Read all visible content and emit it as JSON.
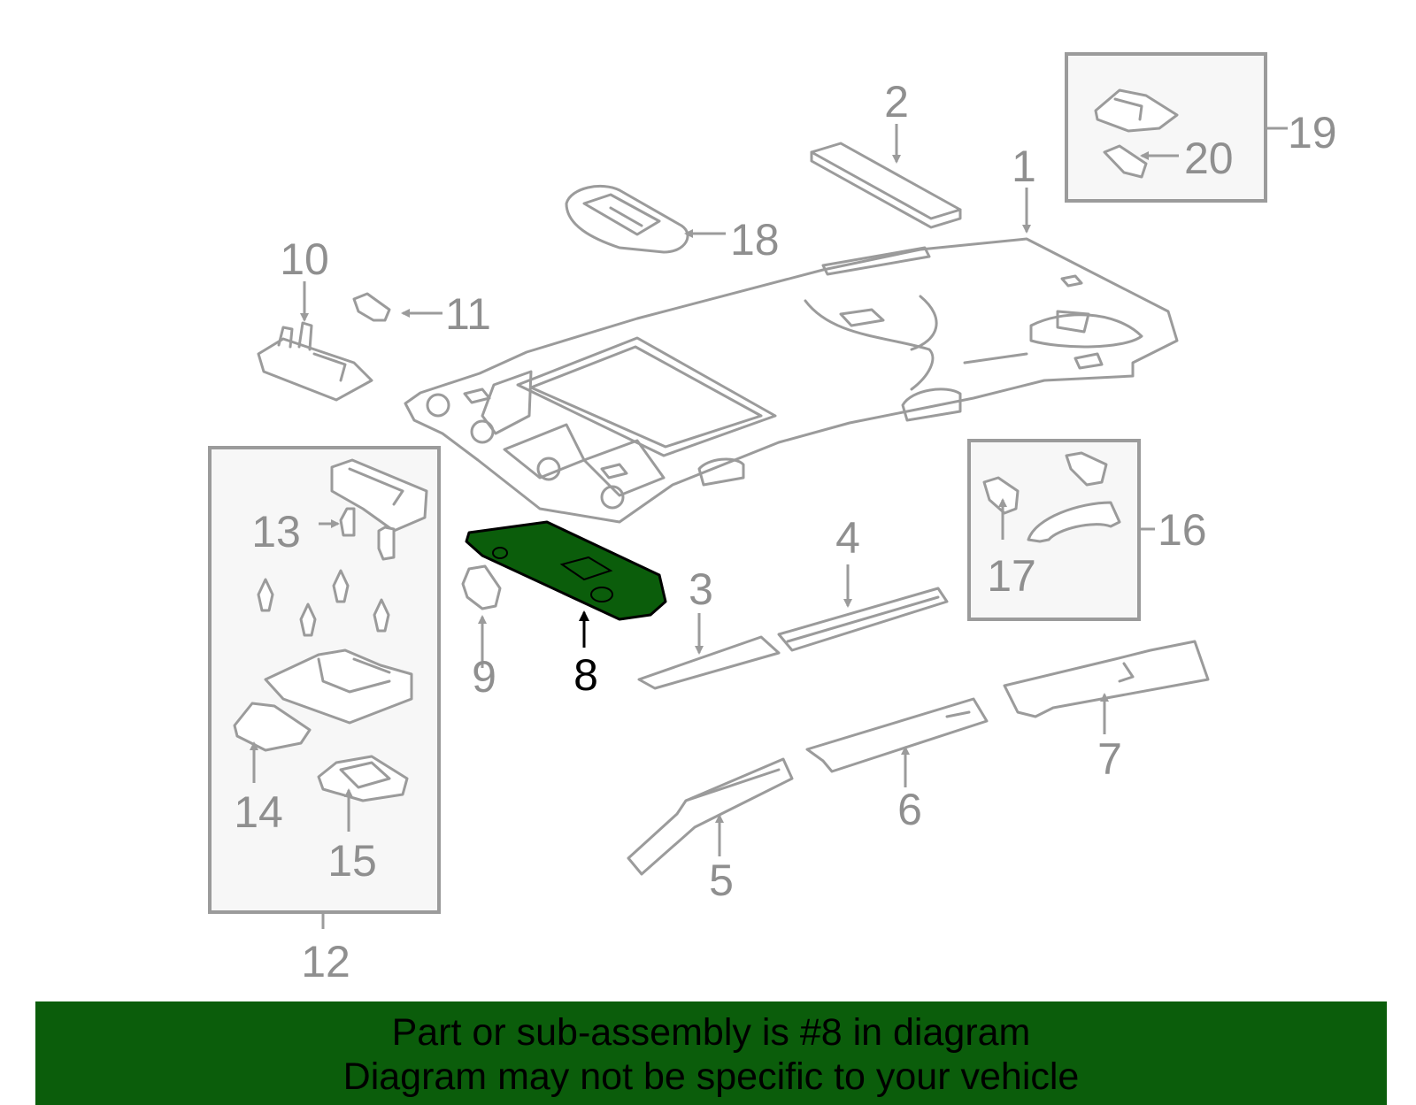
{
  "colors": {
    "highlight": "#0b5d0b",
    "outline": "#9b9b9b",
    "label": "#8f8f8f",
    "banner_bg": "#0b5d0b"
  },
  "callouts": {
    "n1": "1",
    "n2": "2",
    "n3": "3",
    "n4": "4",
    "n5": "5",
    "n6": "6",
    "n7": "7",
    "n8": "8",
    "n9": "9",
    "n10": "10",
    "n11": "11",
    "n12": "12",
    "n13": "13",
    "n14": "14",
    "n15": "15",
    "n16": "16",
    "n17": "17",
    "n18": "18",
    "n19": "19",
    "n20": "20"
  },
  "banner": {
    "line1": "Part or sub-assembly is #8 in diagram",
    "line2": "Diagram may not be specific to your vehicle"
  }
}
